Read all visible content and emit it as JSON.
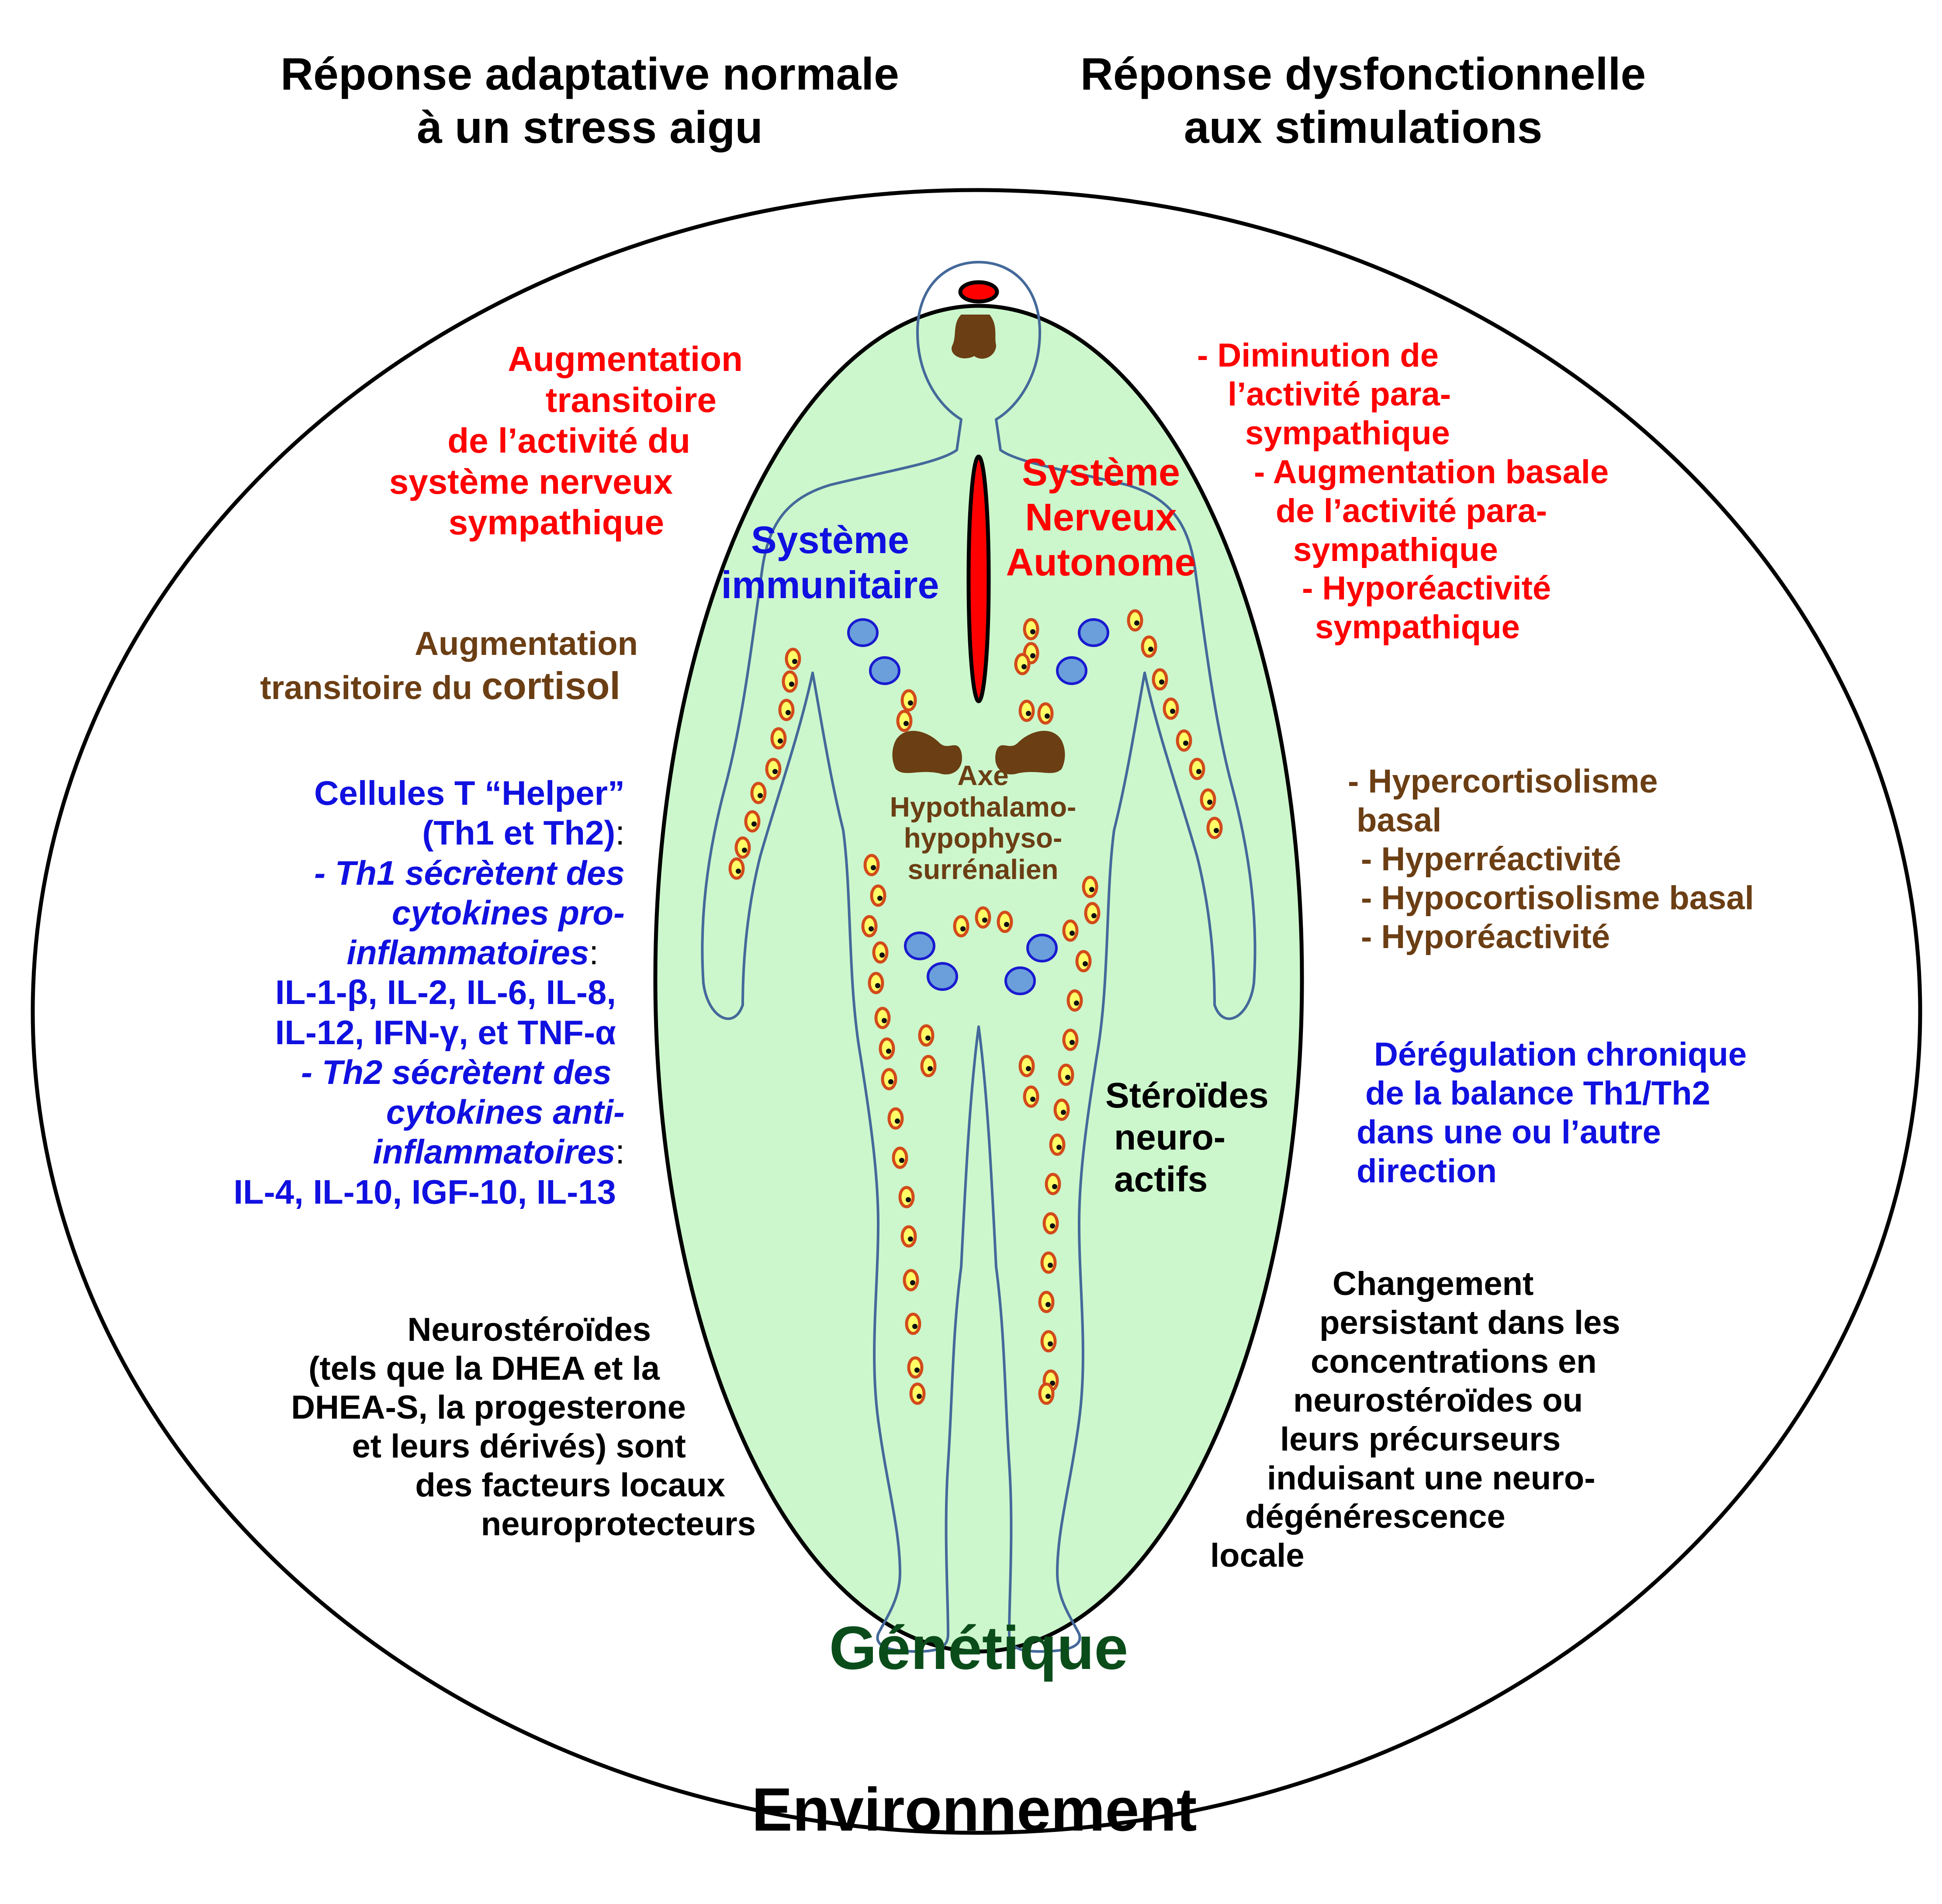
{
  "colors": {
    "red": "#ff0000",
    "brown": "#6b3e14",
    "blue": "#1010e0",
    "green_text": "#0b4d1a",
    "body_fill": "#ccf7cc",
    "body_outline": "#44699a",
    "immune_cell": "#6a9fdc",
    "lymph_node": "#ffff66"
  },
  "icons": [
    "brain-icon",
    "pituitary-icon",
    "spinal-cord-icon",
    "adrenal-gland-icon",
    "immune-cell-icon",
    "lymph-node-icon"
  ],
  "header": {
    "left_line1": "Réponse adaptative normale",
    "left_line2": "à un stress aigu",
    "right_line1": "Réponse dysfonctionnelle",
    "right_line2": "aux stimulations"
  },
  "center": {
    "immune_line1": "Système",
    "immune_line2": "immunitaire",
    "ans_line1": "Système",
    "ans_line2": "Nerveux",
    "ans_line3": "Autonome",
    "hpa_line1": "Axe",
    "hpa_line2": "Hypothalamo-",
    "hpa_line3": "hypophyso-",
    "hpa_line4": "surrénalien",
    "steroids_line1": "Stéroïdes",
    "steroids_line2": "neuro-",
    "steroids_line3": "actifs",
    "genetics": "Génétique"
  },
  "footer": {
    "environment": "Environnement"
  },
  "left": {
    "sns_line1": "Augmentation",
    "sns_line2": "transitoire",
    "sns_line3": "de l’activité du",
    "sns_line4": "système nerveux",
    "sns_line5": "sympathique",
    "cortisol_line1": "Augmentation",
    "cortisol_line2": "transitoire du",
    "cortisol_word": "cortisol",
    "th_line1": "Cellules T “Helper”",
    "th_line2": "(Th1 et Th2)",
    "th_colon": ":",
    "th1_line1": "- Th1 sécrètent des",
    "th1_line2": "cytokines pro-",
    "th1_line3": "inflammatoires",
    "th1_colon": ":",
    "th1_list1": "IL-1-β, IL-2, IL-6, IL-8,",
    "th1_list2": "IL-12, IFN-γ, et TNF-α",
    "th2_line1": "- Th2 sécrètent des",
    "th2_line2": "cytokines anti-",
    "th2_line3": "inflammatoires",
    "th2_colon": ":",
    "th2_list": "IL-4, IL-10, IGF-10, IL-13",
    "neuro_line1": "Neurostéroïdes",
    "neuro_line2": "(tels que la DHEA et la",
    "neuro_line3": "DHEA-S, la progesterone",
    "neuro_line4": "et leurs dérivés) sont",
    "neuro_line5": "des facteurs locaux",
    "neuro_line6": "neuroprotecteurs"
  },
  "right": {
    "ans_line1": "- Diminution de",
    "ans_line2": "l’activité para-",
    "ans_line3": "sympathique",
    "ans_line4": "- Augmentation basale",
    "ans_line5": "de l’activité para-",
    "ans_line6": "sympathique",
    "ans_line7": "- Hyporéactivité",
    "ans_line8": "sympathique",
    "hpa_line1": "- Hypercortisolisme",
    "hpa_line2": "basal",
    "hpa_line3": "- Hyperréactivité",
    "hpa_line4": "- Hypocortisolisme basal",
    "hpa_line5": "- Hyporéactivité",
    "th_line1": "Dérégulation chronique",
    "th_line2": "de la balance Th1/Th2",
    "th_line3": "dans une ou l’autre",
    "th_line4": "direction",
    "neuro_line1": "Changement",
    "neuro_line2": "persistant dans les",
    "neuro_line3": "concentrations en",
    "neuro_line4": "neurostéroïdes ou",
    "neuro_line5": "leurs précurseurs",
    "neuro_line6": "induisant une neuro-",
    "neuro_line7": "dégénérescence",
    "neuro_line8": "locale"
  }
}
